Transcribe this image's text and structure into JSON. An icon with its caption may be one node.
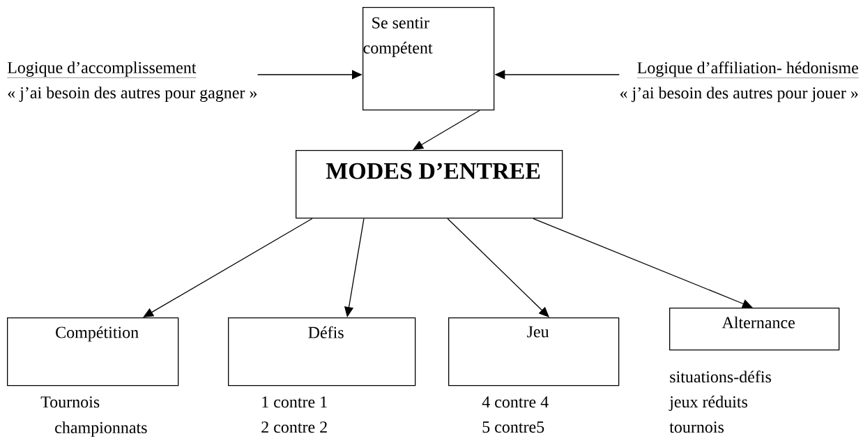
{
  "diagram": {
    "nodes": [
      {
        "text": [
          "Se sentir compétent"
        ]
      },
      {
        "text": [
          "Logique d’accomplissement",
          "« j’ai besoin des autres pour gagner »"
        ]
      },
      {
        "text": [
          "Logique d’affiliation- hédonisme",
          "« j’ai besoin des autres pour jouer »"
        ]
      },
      {
        "text": [
          "MODES D’ENTREE"
        ]
      },
      {
        "text": [
          "Compétition"
        ],
        "beside": [
          "Tournois",
          "championnats"
        ]
      },
      {
        "text": [
          "Défis"
        ],
        "beside": [
          "1 contre 1",
          "2 contre 2"
        ]
      },
      {
        "text": [
          "Jeu"
        ],
        "beside": [
          "4 contre 4",
          "5 contre5"
        ]
      },
      {
        "text": [
          "Alternance"
        ],
        "beside": [
          "situations-défis",
          "jeux réduits",
          "tournois"
        ]
      }
    ],
    "edges": [
      {
        "from": 1,
        "to": 0,
        "arrow": "to"
      },
      {
        "from": 2,
        "to": 0,
        "arrow": "to"
      },
      {
        "from": 0,
        "to": 3,
        "arrow": "to"
      },
      {
        "from": 3,
        "to": 4,
        "arrow": "to"
      },
      {
        "from": 3,
        "to": 5,
        "arrow": "to"
      },
      {
        "from": 3,
        "to": 6,
        "arrow": "to"
      },
      {
        "from": 3,
        "to": 7,
        "arrow": "to"
      }
    ]
  }
}
